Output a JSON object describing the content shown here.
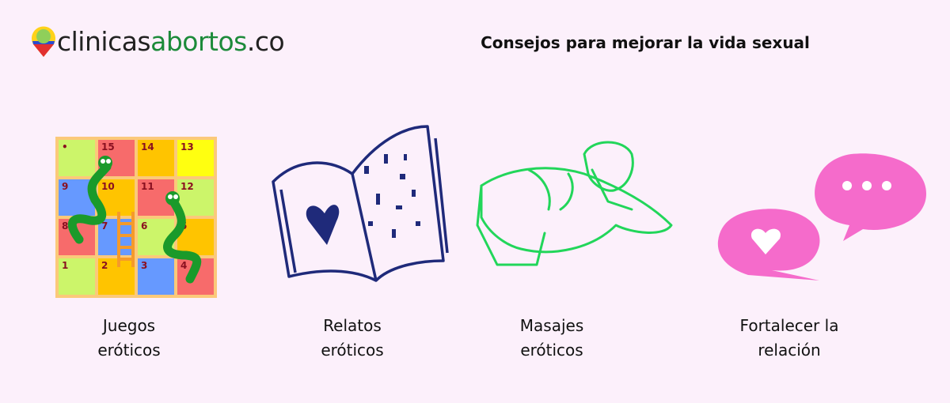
{
  "logo": {
    "part1": "clinicas",
    "part2": "abortos",
    "part3": ".co"
  },
  "title": "Consejos para mejorar la vida sexual",
  "board": {
    "cells": [
      {
        "n": "•",
        "c": "#ccf56a"
      },
      {
        "n": "15",
        "c": "#f76b6b"
      },
      {
        "n": "14",
        "c": "#ffc400"
      },
      {
        "n": "13",
        "c": "#ffff10"
      },
      {
        "n": "9",
        "c": "#6699ff"
      },
      {
        "n": "10",
        "c": "#ffc400"
      },
      {
        "n": "11",
        "c": "#f76b6b"
      },
      {
        "n": "12",
        "c": "#ccf56a"
      },
      {
        "n": "8",
        "c": "#f76b6b"
      },
      {
        "n": "7",
        "c": "#6699ff"
      },
      {
        "n": "6",
        "c": "#ccf56a"
      },
      {
        "n": "5",
        "c": "#ffc400"
      },
      {
        "n": "1",
        "c": "#ccf56a"
      },
      {
        "n": "2",
        "c": "#ffc400"
      },
      {
        "n": "3",
        "c": "#6699ff"
      },
      {
        "n": "4",
        "c": "#f76b6b"
      }
    ]
  },
  "items": [
    {
      "line1": "Juegos",
      "line2": "eróticos"
    },
    {
      "line1": "Relatos",
      "line2": "eróticos"
    },
    {
      "line1": "Masajes",
      "line2": "eróticos"
    },
    {
      "line1": "Fortalecer la",
      "line2": "relación"
    }
  ],
  "colors": {
    "navy": "#1f2a7a",
    "green": "#22d65a",
    "pink": "#f56bcb",
    "brand_green": "#1c8a3a"
  }
}
